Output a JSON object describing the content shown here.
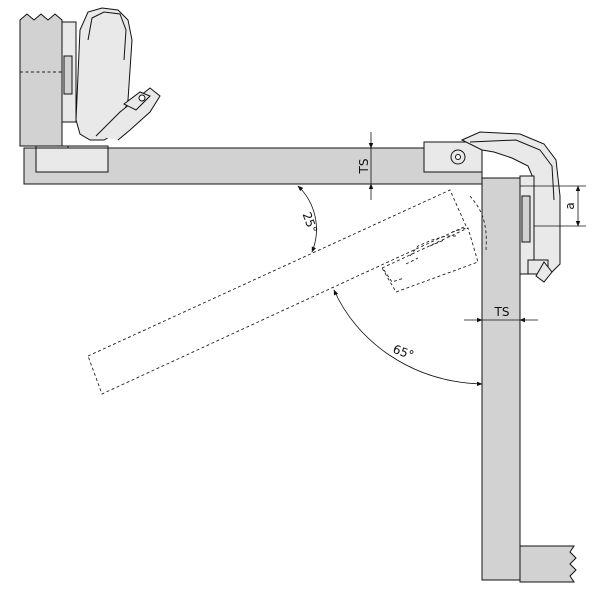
{
  "diagram": {
    "labels": {
      "ts_top": "TS",
      "ts_side": "TS",
      "dim_a": "a",
      "angle_25": "25°",
      "angle_65": "65°"
    },
    "colors": {
      "panel_fill": "#d2d2d2",
      "hinge_fill": "#e9e9e9",
      "outline": "#111111"
    }
  }
}
